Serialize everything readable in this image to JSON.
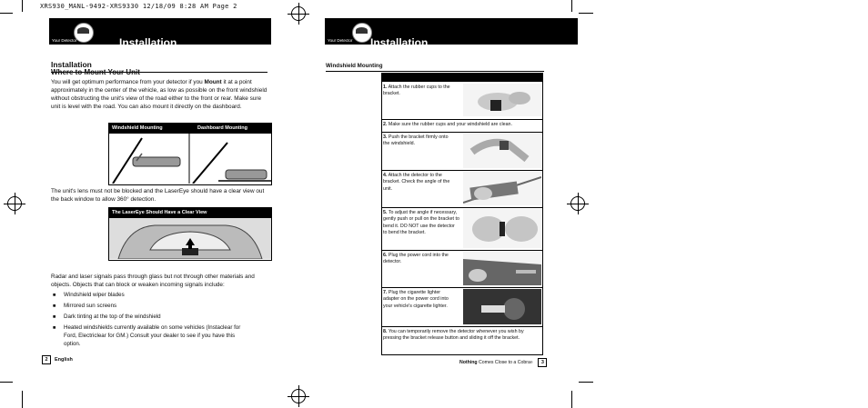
{
  "slug": "XRS930_MANL-9492-XRS9330  12/18/09  8:28 AM  Page 2",
  "left_page": {
    "header_sub": "Your Detector",
    "header_title": "Installation",
    "section_heading": "Installation",
    "subheading": "Where to Mount Your Unit",
    "intro_p1": "You will get optimum performance from your detector if you",
    "intro_bold": "Mount",
    "intro_p2": "it at a point approximately in the center of the vehicle, as low as possible on the front windshield without obstructing the unit's view of the road either to the front or rear. Make sure unit is level with the road. You can also mount it directly on the dashboard.",
    "fig1_left": "Windshield Mounting",
    "fig1_right": "Dashboard Mounting",
    "laser_text": "The unit's lens must not be blocked and the LaserEye should have a clear view out the back window to allow 360° detection.",
    "fig2_title": "The LaserEye Should Have a Clear View",
    "radar_text": "Radar and laser signals pass through glass but not through other materials and objects. Objects that can block or weaken incoming signals include:",
    "bullets": [
      "Windshield wiper blades",
      "Mirrored sun screens",
      "Dark tinting at the top of the windshield",
      "Heated windshields currently available on some vehicles (Instaclear for Ford, Electriclear for GM.) Consult your dealer to see if you have this option."
    ],
    "page_num": "2",
    "footer_lang": "English"
  },
  "right_page": {
    "header_sub": "Your Detector",
    "header_title": "Installation",
    "section": "Windshield Mounting",
    "steps": [
      {
        "num": "1.",
        "text": "Attach the rubber cups to the bracket."
      },
      {
        "num": "2.",
        "text": "Make sure the rubber cups and your windshield are clean."
      },
      {
        "num": "3.",
        "text": "Push the bracket firmly onto the windshield."
      },
      {
        "num": "4.",
        "text": "Attach the detector to the bracket. Check the angle of the unit."
      },
      {
        "num": "5.",
        "text": "To adjust the angle if necessary, gently push or pull on the bracket to bend it. DO NOT use the detector to bend the bracket."
      },
      {
        "num": "6.",
        "text": "Plug the power cord into the detector."
      },
      {
        "num": "7.",
        "text": "Plug the cigarette lighter adapter on the power cord into your vehicle's cigarette lighter."
      },
      {
        "num": "8.",
        "text": "You can temporarily remove the detector whenever you wish by pressing the bracket release button and sliding it off the bracket."
      }
    ],
    "footer_bold": "Nothing",
    "footer_rest": "Comes Close to a Cobra",
    "footer_tm": "®",
    "page_num": "3"
  }
}
